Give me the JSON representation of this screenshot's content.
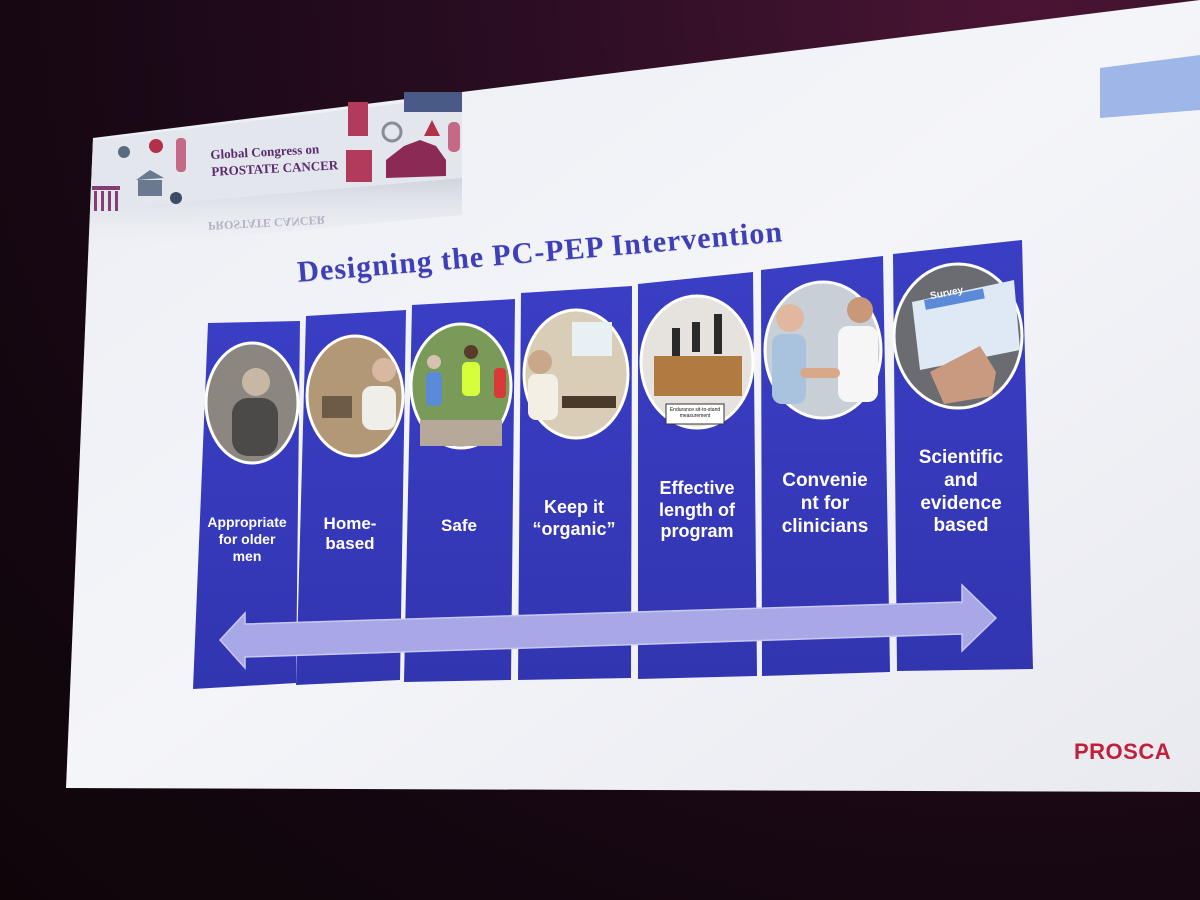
{
  "logo": {
    "line1": "Global Congress on",
    "line2": "PROSTATE CANCER",
    "reflection": "PROSTATE CANCER"
  },
  "slide": {
    "title": "Designing the PC-PEP Intervention",
    "footer_brand": "PROSCA"
  },
  "columns": [
    {
      "label_lines": [
        "Appropriate",
        "for older",
        "men"
      ],
      "photo_icon": "distressed-older-man-photo"
    },
    {
      "label_lines": [
        "Home-",
        "based"
      ],
      "photo_icon": "man-with-tablet-at-home-photo"
    },
    {
      "label_lines": [
        "Safe"
      ],
      "photo_icon": "people-walking-outdoors-photo"
    },
    {
      "label_lines": [
        "Keep it",
        "“organic”"
      ],
      "photo_icon": "man-at-desk-photo"
    },
    {
      "label_lines": [
        "Effective",
        "length of",
        "program"
      ],
      "photo_icon": "sit-to-stand-test-photo",
      "photo_caption": "Endurance sit-to-stand measurement"
    },
    {
      "label_lines": [
        "Convenie",
        "nt for",
        "clinicians"
      ],
      "photo_icon": "doctor-handshake-photo"
    },
    {
      "label_lines": [
        "Scientific",
        "and",
        "evidence",
        "based"
      ],
      "photo_icon": "tablet-survey-photo",
      "photo_caption": "Survey"
    }
  ],
  "colors": {
    "column_blue": "#3a3cc0",
    "title_blue": "#3f3fb8",
    "arrow": "#a8a8e6",
    "brand_red": "#c21f3a",
    "slide_bg": "#f3f4f8"
  }
}
